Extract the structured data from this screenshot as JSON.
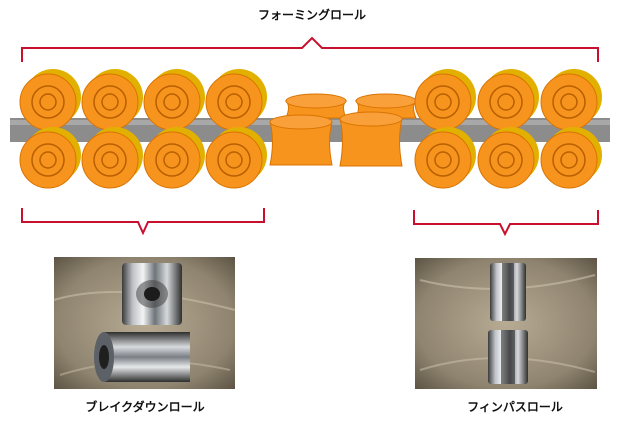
{
  "title": "フォーミングロール",
  "captions": {
    "breakdown": "ブレイクダウンロール",
    "finpass": "フィンパスロール"
  },
  "colors": {
    "roll": "#F7941D",
    "roll_edge": "#D97300",
    "roll_shadow": "#E2B000",
    "bar": "#8C8C8C",
    "bracket": "#C8102E",
    "bracket_brown": "#8B6A00"
  },
  "diagram": {
    "breakdown_rolls": {
      "columns": 4,
      "rows": 2
    },
    "middle_rolls": {
      "count": 4
    },
    "finpass_rolls": {
      "columns": 3,
      "rows": 2
    }
  }
}
